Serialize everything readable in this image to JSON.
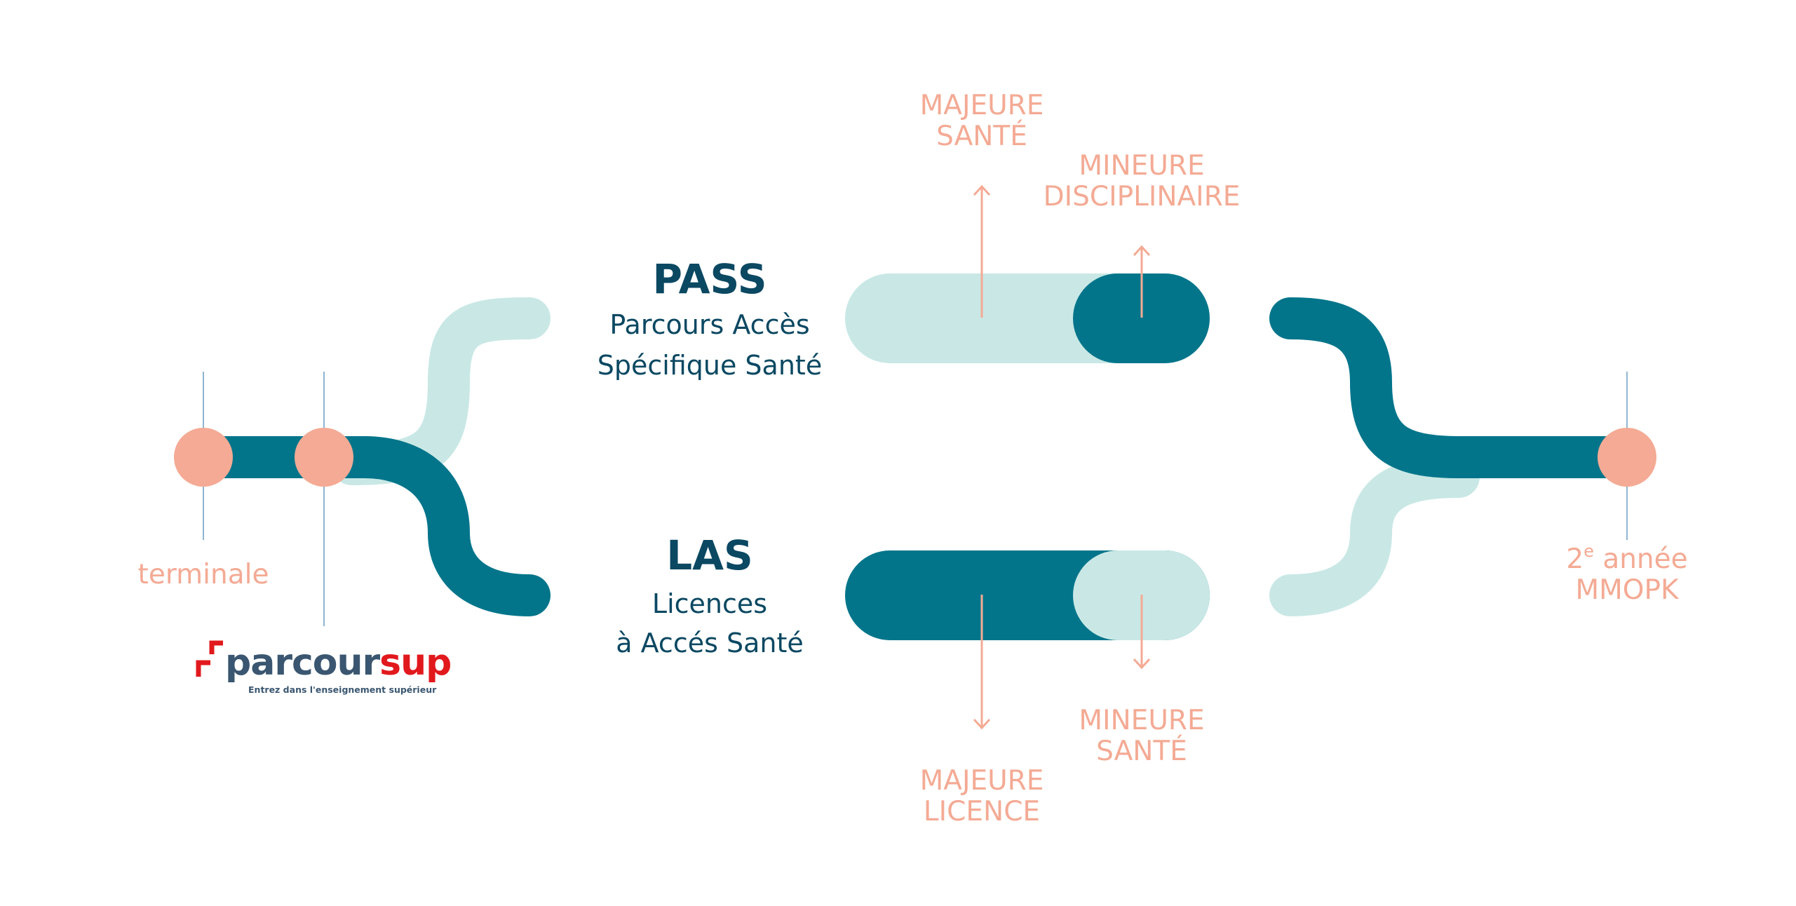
{
  "colors": {
    "dark_teal": "#03758B",
    "light_teal": "#C9E8E5",
    "salmon": "#F4AA94",
    "navy": "#0B4862",
    "brand_slate": "#3A5670",
    "brand_red": "#E1191D",
    "tick_blue": "#8FB5D2"
  },
  "pass": {
    "title": "PASS",
    "line1": "Parcours Accès",
    "line2": "Spécifique Santé"
  },
  "las": {
    "title": "LAS",
    "line1": "Licences",
    "line2": "à Accés Santé"
  },
  "pass_options": {
    "majeure_line1": "MAJEURE",
    "majeure_line2": "SANTÉ",
    "mineure_line1": "MINEURE",
    "mineure_line2": "DISCIPLINAIRE"
  },
  "las_options": {
    "majeure_line1": "MAJEURE",
    "majeure_line2": "LICENCE",
    "mineure_line1": "MINEURE",
    "mineure_line2": "SANTÉ"
  },
  "start_label": "terminale",
  "end": {
    "line1_main": "2",
    "line1_sup": "e",
    "line1_rest": " année",
    "line2": "MMOPK"
  },
  "logo": {
    "brand_part1": "parcour",
    "brand_part2": "s",
    "brand_part3": "up",
    "tagline": "Entrez dans l'enseignement supérieur"
  },
  "icons": {
    "arrow_up": "arrow-up-icon",
    "arrow_down": "arrow-down-icon",
    "logo_mark": "parcoursup-arrows-icon"
  }
}
